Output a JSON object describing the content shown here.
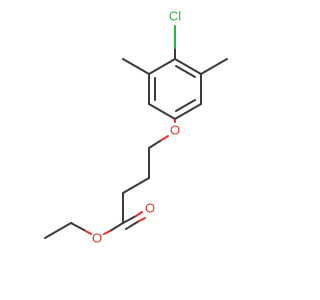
{
  "molecule": {
    "atoms": {
      "chlorine": {
        "symbol": "Cl",
        "color": "#27b83c"
      },
      "ether_oxygen": {
        "symbol": "O",
        "color": "#e8322d"
      },
      "carbonyl_oxygen": {
        "symbol": "O",
        "color": "#e8322d"
      },
      "ester_oxygen": {
        "symbol": "O",
        "color": "#e8322d"
      }
    },
    "bond_color": "#3a3a3a"
  }
}
